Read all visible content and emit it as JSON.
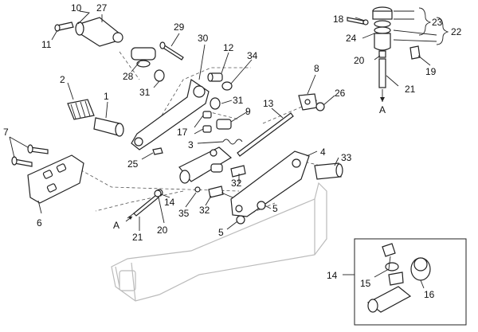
{
  "diagram": {
    "callouts": {
      "c10": "10",
      "c27": "27",
      "c11": "11",
      "c29": "29",
      "c30": "30",
      "c28": "28",
      "c12": "12",
      "c34": "34",
      "c31a": "31",
      "c31b": "31",
      "c2": "2",
      "c1": "1",
      "c8": "8",
      "c26": "26",
      "c13": "13",
      "c9": "9",
      "c17": "17",
      "c3": "3",
      "c7": "7",
      "c25": "25",
      "c4": "4",
      "c33": "33",
      "c6": "6",
      "c32a": "32",
      "c32b": "32",
      "c14a": "14",
      "c35": "35",
      "c5a": "5",
      "c5b": "5",
      "c21a": "21",
      "c20a": "20",
      "ca1": "A",
      "c18": "18",
      "c23": "23",
      "c22": "22",
      "c24": "24",
      "c20b": "20",
      "c19": "19",
      "c21b": "21",
      "ca2": "A",
      "c14b": "14",
      "c15": "15",
      "c16": "16"
    }
  }
}
